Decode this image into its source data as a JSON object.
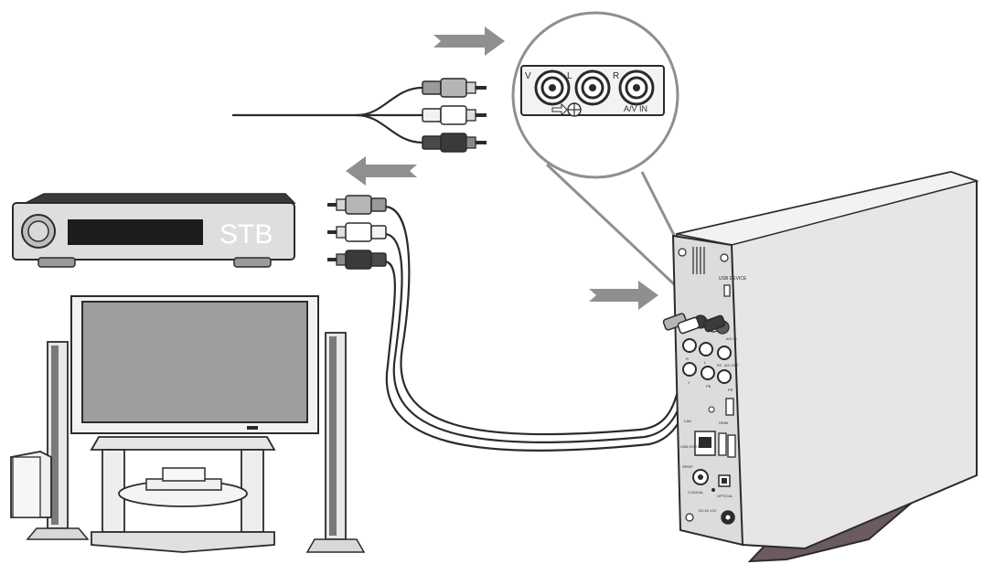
{
  "stb": {
    "label": "STB"
  },
  "zoom": {
    "jack_v": "V",
    "jack_l": "L",
    "jack_r": "R",
    "av_in": "A/V IN"
  },
  "player_panel": {
    "usb_device": "USB DEVICE",
    "av_in": "A/V IN",
    "av_out": "A/V OUT",
    "r": "R",
    "l": "L",
    "r2": "R2",
    "y": "Y",
    "pb": "PB",
    "pr": "PR",
    "hdmi": "HDMI",
    "lan": "LAN",
    "usb_host": "USB HOST",
    "spdif": "SPDIF",
    "coaxial": "COAXIAL",
    "optical": "OPTICAL",
    "dc_in": "DC-IN 12V"
  },
  "colors": {
    "outline": "#2b2b2b",
    "arrow": "#8f8f8f",
    "device_body": "#e6e6e6",
    "device_dark": "#5e5e5e",
    "stand": "#6b5a5e",
    "stb_display": "#1c1c1c"
  }
}
